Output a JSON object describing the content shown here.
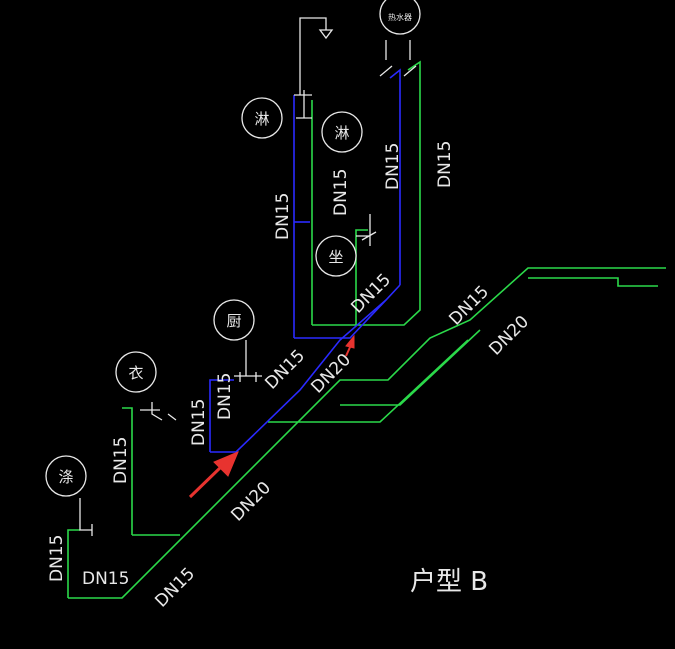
{
  "diagram": {
    "title": "户型 B",
    "pipe_labels": {
      "dn15": "DN15",
      "dn20": "DN20"
    },
    "fixtures": {
      "mop_basin": "涤",
      "washing_machine": "衣",
      "kitchen_sink": "厨",
      "shower_1": "淋",
      "shower_2": "淋",
      "toilet": "坐",
      "water_heater": "热水器"
    },
    "colors": {
      "cold_pipe": "#2bd94a",
      "hot_pipe": "#2a2aff",
      "annotation": "#e8e8e8",
      "highlight_arrow": "#e8332f",
      "background": "#000000"
    }
  }
}
